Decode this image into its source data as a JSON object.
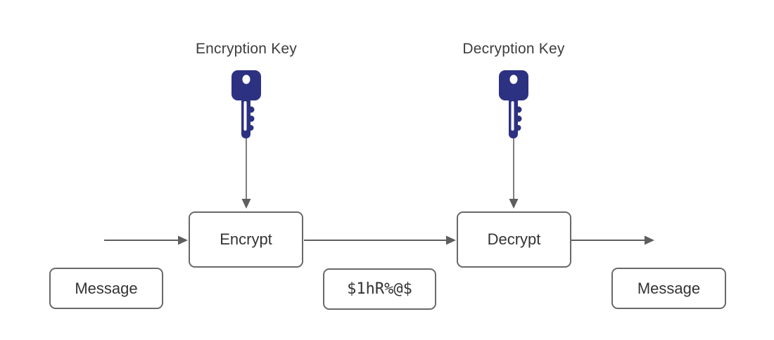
{
  "diagram": {
    "encryption_key_label": "Encryption Key",
    "decryption_key_label": "Decryption Key",
    "encrypt_box_label": "Encrypt",
    "decrypt_box_label": "Decrypt",
    "message_in_label": "Message",
    "ciphertext_label": "$1hR%@$",
    "message_out_label": "Message",
    "icons": {
      "encryption_key": "key-icon",
      "decryption_key": "key-icon"
    },
    "colors": {
      "key_fill": "#2d3181",
      "line": "#5e5e5e",
      "box_border": "#696969",
      "text": "#333333",
      "background": "#ffffff"
    }
  }
}
